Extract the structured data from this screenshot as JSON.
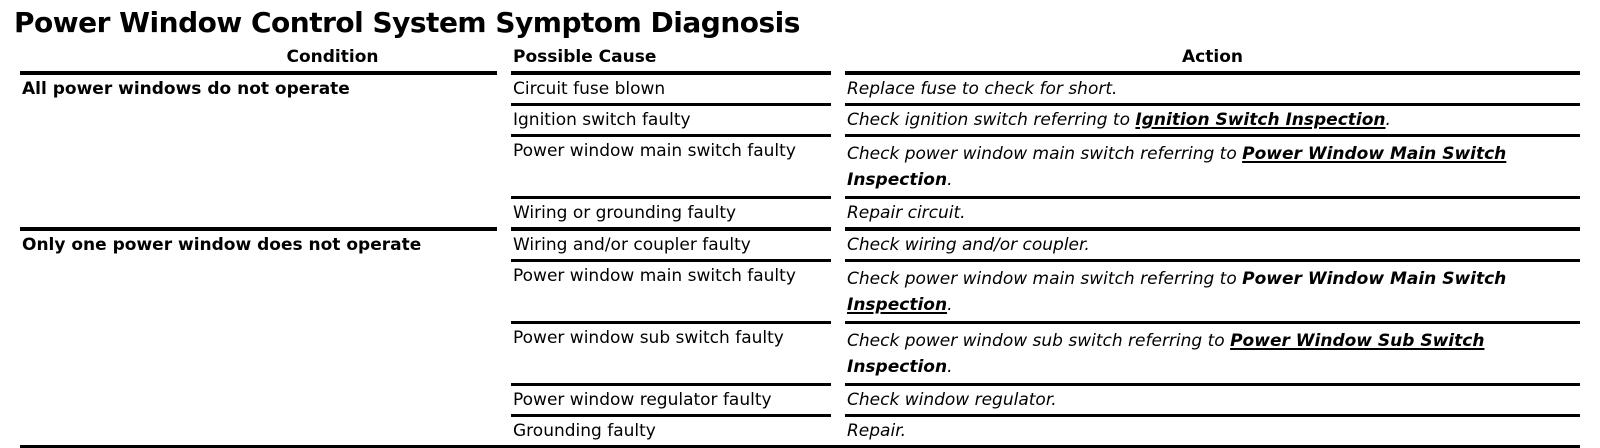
{
  "title": "Power Window Control System Symptom Diagnosis",
  "table": {
    "headers": {
      "condition": "Condition",
      "possible_cause": "Possible Cause",
      "action": "Action"
    },
    "sections": [
      {
        "condition": "All power windows do not operate",
        "rows": [
          {
            "cause": "Circuit fuse blown",
            "action": {
              "text": "Replace fuse to check for short."
            }
          },
          {
            "cause": "Ignition switch faulty",
            "action": {
              "prefix": "Check ignition switch referring to ",
              "link": "Ignition Switch Inspection",
              "suffix": "."
            }
          },
          {
            "cause": "Power window main switch faulty",
            "action": {
              "prefix": "Check power window main switch referring to ",
              "link_line1": "Power Window Main Switch",
              "link_line2": "Inspection",
              "suffix": "."
            }
          },
          {
            "cause": "Wiring or grounding faulty",
            "action": {
              "text": "Repair circuit."
            }
          }
        ]
      },
      {
        "condition": "Only one power window does not operate",
        "rows": [
          {
            "cause": "Wiring and/or coupler faulty",
            "action": {
              "text": "Check wiring and/or coupler."
            }
          },
          {
            "cause": "Power window main switch faulty",
            "action": {
              "prefix": "Check power window main switch referring to ",
              "link_line1": "Power Window Main Switch",
              "link_line2": "Inspection",
              "suffix": "."
            }
          },
          {
            "cause": "Power window sub switch faulty",
            "action": {
              "prefix": "Check power window sub switch referring to ",
              "link_line1": "Power Window Sub Switch",
              "link_line2": "Inspection",
              "suffix": "."
            }
          },
          {
            "cause": "Power window regulator faulty",
            "action": {
              "text": "Check window regulator."
            }
          },
          {
            "cause": "Grounding faulty",
            "action": {
              "text": "Repair."
            }
          }
        ]
      }
    ]
  }
}
